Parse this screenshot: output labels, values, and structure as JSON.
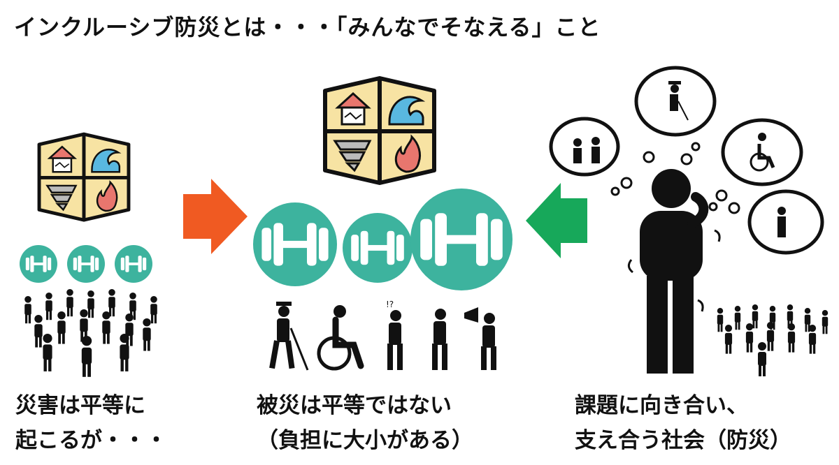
{
  "title": "インクルーシブ防災とは・・・「みんなでそなえる」こと",
  "captions": {
    "left": {
      "line1": "災害は平等に",
      "line2": "起こるが・・・"
    },
    "middle": {
      "line1": "被災は平等ではない",
      "line2": "（負担に大小がある）"
    },
    "right": {
      "line1": "課題に向き合い、",
      "line2": "支え合う社会（防災）"
    }
  },
  "colors": {
    "arrow_left": "#f05a22",
    "arrow_right": "#17a85a",
    "circle": "#3db39e",
    "panel_fill": "#f7e3a3",
    "panel_border": "#111111"
  },
  "icons": {
    "hazard_panels": [
      "house-damage-icon",
      "tsunami-icon",
      "tornado-icon",
      "fire-icon"
    ]
  }
}
